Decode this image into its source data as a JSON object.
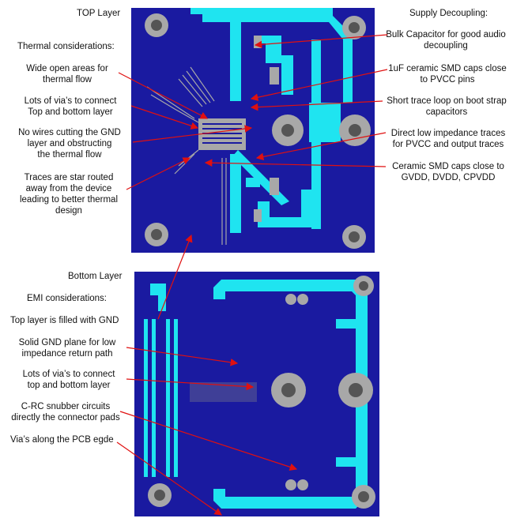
{
  "top_layer": {
    "title": "TOP Layer",
    "section_left": "Thermal considerations:",
    "section_right": "Supply Decoupling:",
    "callouts_left": [
      "Wide open areas for\nthermal flow",
      "Lots of via’s to connect\nTop and bottom layer",
      "No wires cutting the GND\nlayer and obstructing\nthe thermal flow",
      "Traces are star routed\naway from the device\nleading to better thermal\ndesign"
    ],
    "callouts_right": [
      "Bulk Capacitor for good audio\ndecoupling",
      "1uF ceramic SMD caps close\nto PVCC pins",
      "Short trace loop on boot strap\ncapacitors",
      "Direct low impedance traces\nfor PVCC and output traces",
      "Ceramic SMD caps close to\nGVDD, DVDD, CPVDD"
    ]
  },
  "bottom_layer": {
    "title": "Bottom Layer",
    "section": "EMI considerations:",
    "callouts": [
      "Top layer is filled with GND",
      "Solid GND plane for low\nimpedance return path",
      "Lots of via’s to connect\ntop and bottom layer",
      "C-RC snubber circuits\ndirectly the connector pads",
      "Via’s along the PCB egde"
    ]
  },
  "colors": {
    "board": "#1a1aa0",
    "trace": "#1fe4f0",
    "pad_gray": "#a8a8a8",
    "arrow": "#e01010"
  }
}
